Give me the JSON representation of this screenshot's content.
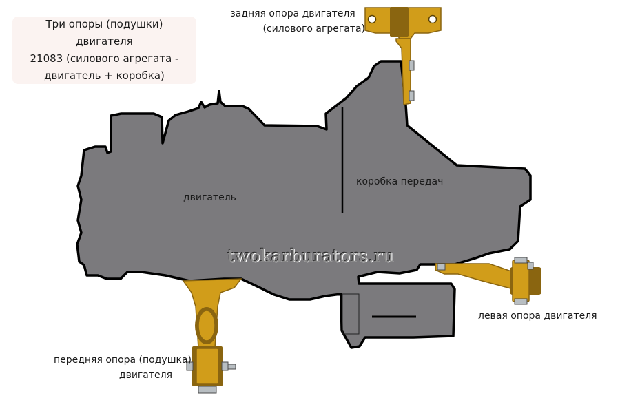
{
  "title": {
    "lines": [
      "Три опоры (подушки) двигателя",
      "21083 (силового агрегата -",
      "двигатель + коробка)"
    ]
  },
  "labels": {
    "rear_mount": [
      "задняя опора двигателя",
      "(силового агрегата)"
    ],
    "engine": "двигатель",
    "gearbox": "коробка передач",
    "left_mount": "левая опора двигателя",
    "front_mount": [
      "передняя опора (подушка)",
      "двигателя"
    ]
  },
  "watermark": "twokarburators.ru",
  "colors": {
    "body_fill": "#7b7a7d",
    "outline": "#000000",
    "mount": "#d19d1a",
    "mount_dark": "#8a6510",
    "bolt": "#b8bec2",
    "title_bg": "#fbf3f1"
  }
}
